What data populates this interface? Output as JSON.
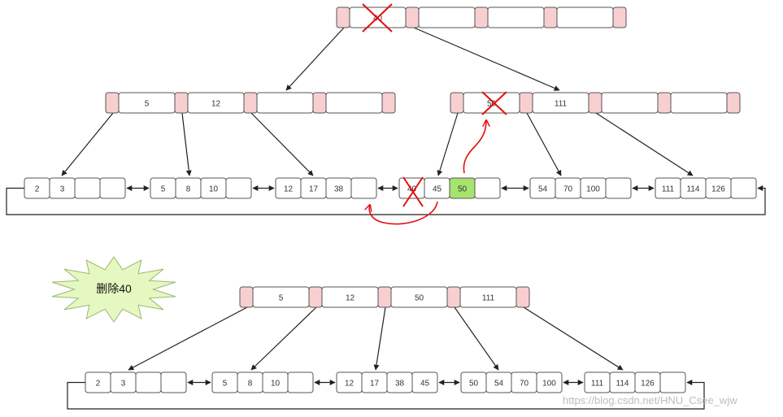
{
  "before": {
    "root": {
      "keys": [
        "40",
        "",
        "",
        ""
      ],
      "crossed": [
        0
      ]
    },
    "internal": [
      {
        "keys": [
          "5",
          "12",
          "",
          ""
        ],
        "crossed": []
      },
      {
        "keys": [
          "50",
          "111",
          "",
          ""
        ],
        "crossed": [
          0
        ]
      }
    ],
    "leaves": [
      {
        "keys": [
          "2",
          "3",
          "",
          ""
        ]
      },
      {
        "keys": [
          "5",
          "8",
          "10",
          ""
        ]
      },
      {
        "keys": [
          "12",
          "17",
          "38",
          ""
        ]
      },
      {
        "keys": [
          "40",
          "45",
          "50",
          ""
        ],
        "crossed": [
          0
        ],
        "highlight": [
          2
        ]
      },
      {
        "keys": [
          "54",
          "70",
          "100",
          ""
        ]
      },
      {
        "keys": [
          "111",
          "114",
          "126",
          ""
        ]
      }
    ]
  },
  "caption": "删除40",
  "after": {
    "root": {
      "keys": [
        "5",
        "12",
        "50",
        "111"
      ]
    },
    "leaves": [
      {
        "keys": [
          "2",
          "3",
          "",
          ""
        ]
      },
      {
        "keys": [
          "5",
          "8",
          "10",
          ""
        ]
      },
      {
        "keys": [
          "12",
          "17",
          "38",
          "45"
        ]
      },
      {
        "keys": [
          "50",
          "54",
          "70",
          "100"
        ]
      },
      {
        "keys": [
          "111",
          "114",
          "126",
          ""
        ]
      }
    ]
  },
  "watermark": "https://blog.csdn.net/HNU_Csee_wjw",
  "colors": {
    "pointer": "#f8cfd0",
    "highlight": "#a6e46d",
    "annotation": "#e01010",
    "burst": "#e6f8c2"
  }
}
